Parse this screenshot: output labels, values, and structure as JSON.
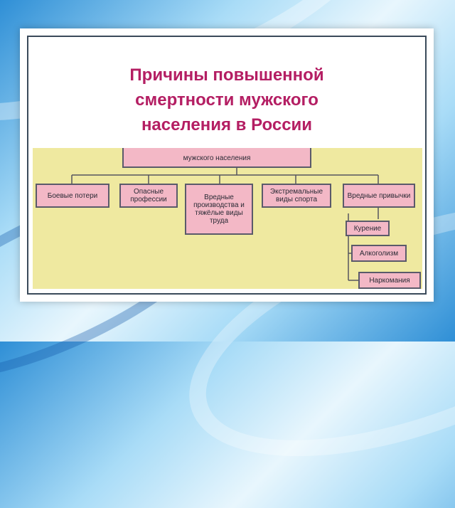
{
  "title": {
    "line1": "Причины повышенной",
    "line2": "смертности мужского",
    "line3": "населения в России"
  },
  "diagram": {
    "root_label": "мужского населения",
    "categories": [
      {
        "label": "Боевые потери"
      },
      {
        "label": "Опасные профессии"
      },
      {
        "label": "Вредные производства и тяжёлые виды труда"
      },
      {
        "label": "Экстремальные виды спорта"
      },
      {
        "label": "Вредные привычки"
      }
    ],
    "habits": [
      {
        "label": "Курение"
      },
      {
        "label": "Алкоголизм"
      },
      {
        "label": "Наркомания"
      }
    ]
  },
  "colors": {
    "title": "#b41e63",
    "box_fill": "#f3b8c6",
    "diagram_background": "#efe9a0"
  }
}
